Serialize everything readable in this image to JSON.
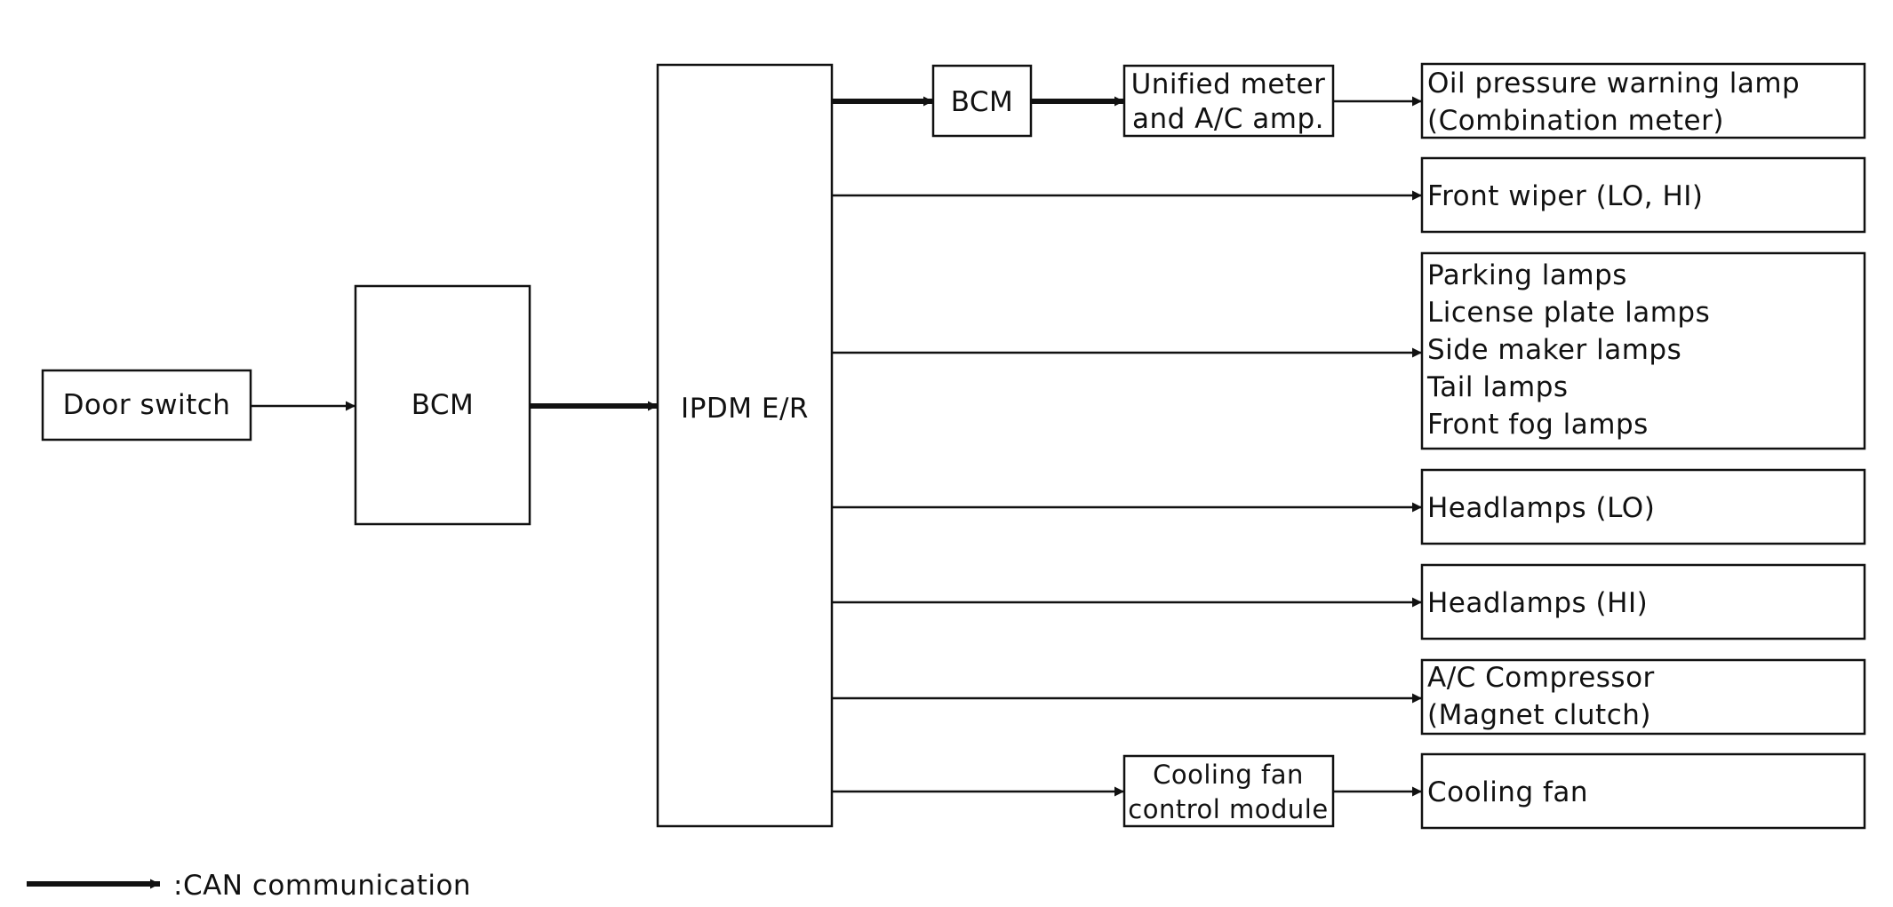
{
  "colors": {
    "ink": "#111111",
    "background": "#ffffff"
  },
  "nodes": {
    "door_switch": "Door switch",
    "bcm_left": "BCM",
    "ipdm": "IPDM E/R",
    "bcm_top": "BCM",
    "unified_meter": [
      "Unified meter",
      "and A/C amp."
    ],
    "cooling_fan_module": [
      "Cooling fan",
      "control module"
    ],
    "oil_pressure": [
      "Oil pressure warning lamp",
      "(Combination meter)"
    ],
    "front_wiper": [
      "Front wiper (LO, HI)"
    ],
    "lamps": [
      "Parking lamps",
      "License plate lamps",
      "Side maker lamps",
      "Tail lamps",
      "Front fog lamps"
    ],
    "headlamps_lo": [
      "Headlamps (LO)"
    ],
    "headlamps_hi": [
      "Headlamps (HI)"
    ],
    "ac_compressor": [
      "A/C Compressor",
      "(Magnet clutch)"
    ],
    "cooling_fan": [
      "Cooling fan"
    ]
  },
  "connections": [
    {
      "from": "door_switch",
      "to": "bcm_left",
      "kind": "signal"
    },
    {
      "from": "bcm_left",
      "to": "ipdm",
      "kind": "can"
    },
    {
      "from": "ipdm",
      "to": "bcm_top",
      "kind": "can"
    },
    {
      "from": "bcm_top",
      "to": "unified_meter",
      "kind": "can"
    },
    {
      "from": "unified_meter",
      "to": "oil_pressure",
      "kind": "signal"
    },
    {
      "from": "ipdm",
      "to": "front_wiper",
      "kind": "signal"
    },
    {
      "from": "ipdm",
      "to": "lamps",
      "kind": "signal"
    },
    {
      "from": "ipdm",
      "to": "headlamps_lo",
      "kind": "signal"
    },
    {
      "from": "ipdm",
      "to": "headlamps_hi",
      "kind": "signal"
    },
    {
      "from": "ipdm",
      "to": "ac_compressor",
      "kind": "signal"
    },
    {
      "from": "ipdm",
      "to": "cooling_fan_module",
      "kind": "signal"
    },
    {
      "from": "cooling_fan_module",
      "to": "cooling_fan",
      "kind": "signal"
    }
  ],
  "legend": {
    "label": ":CAN communication"
  }
}
